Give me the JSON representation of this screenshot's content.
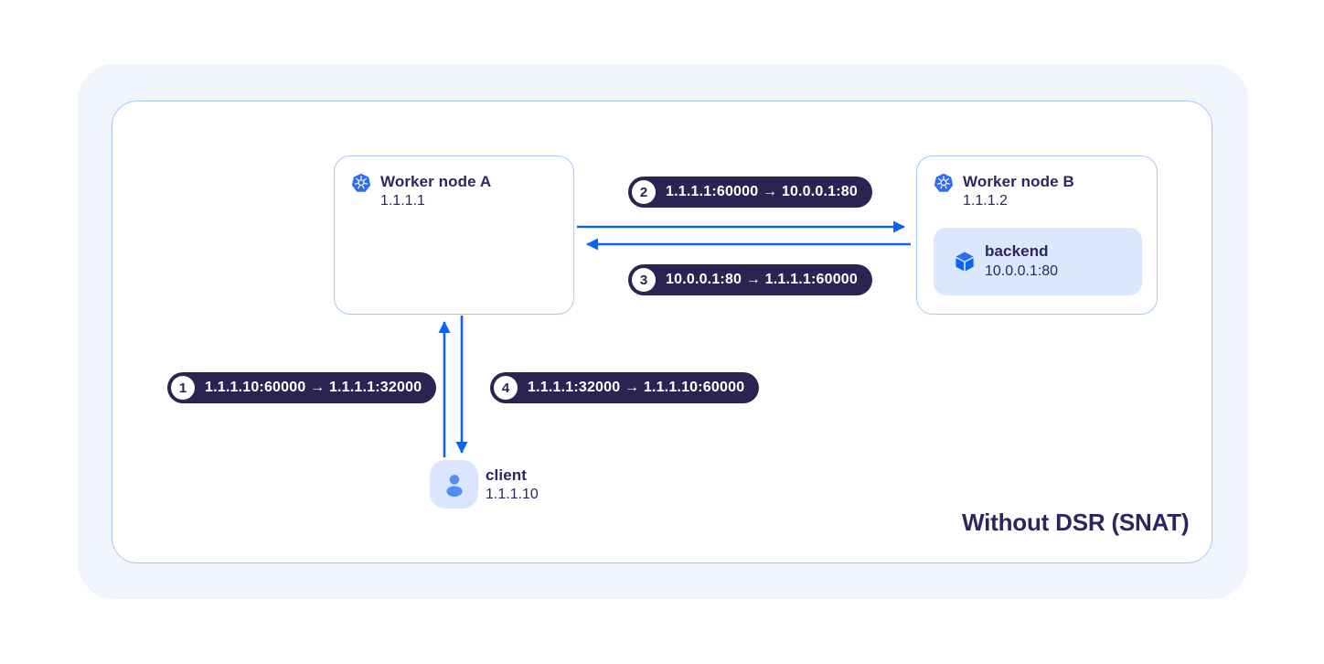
{
  "caption": "Without DSR (SNAT)",
  "nodes": {
    "worker_a": {
      "title": "Worker node A",
      "ip": "1.1.1.1"
    },
    "worker_b": {
      "title": "Worker node B",
      "ip": "1.1.1.2"
    },
    "backend": {
      "title": "backend",
      "ip": "10.0.0.1:80"
    },
    "client": {
      "title": "client",
      "ip": "1.1.1.10"
    }
  },
  "flows": [
    {
      "step": "1",
      "label": "1.1.1.10:60000 → 1.1.1.1:32000"
    },
    {
      "step": "2",
      "label": "1.1.1.1:60000 → 10.0.0.1:80"
    },
    {
      "step": "3",
      "label": "10.0.0.1:80 → 1.1.1.1:60000"
    },
    {
      "step": "4",
      "label": "1.1.1.1:32000 → 1.1.1.10:60000"
    }
  ],
  "icons": {
    "worker_a": "kubernetes-icon",
    "worker_b": "kubernetes-icon",
    "backend": "cube-icon",
    "client": "person-icon"
  },
  "colors": {
    "arrow_blue": "#0a64f2",
    "badge_navy": "#2a2452",
    "text_navy": "#2b2660",
    "outer_panel_fill": "#f0f5fd",
    "panel_border": "#a8c8fa",
    "backend_fill": "#dbe7fd",
    "client_fill": "#d9e6fd",
    "kubernetes_blue": "#2f6df0",
    "person_blue": "#4f8ef7"
  }
}
